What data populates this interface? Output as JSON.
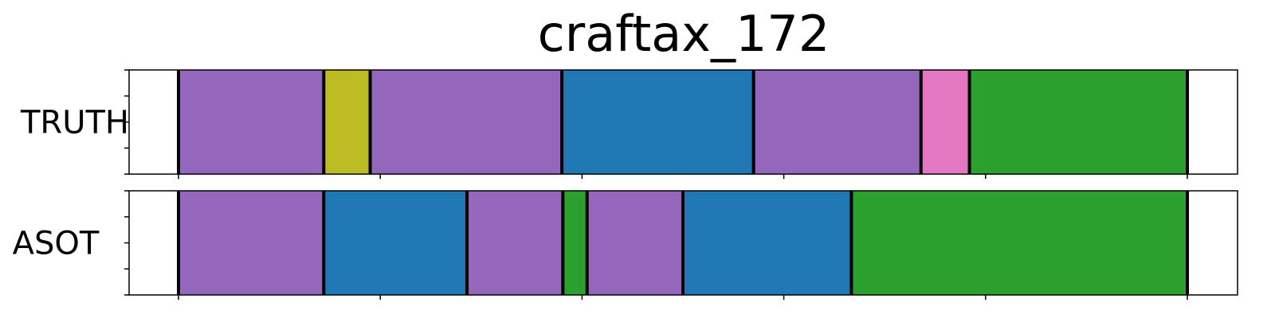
{
  "chart_data": {
    "type": "segmentation-timeline",
    "title": "craftax_172",
    "x_range": [
      0,
      100
    ],
    "segment_count_note": "",
    "rows": [
      {
        "label": "TRUTH",
        "segments": [
          {
            "start": 0,
            "end": 14.4,
            "color": "#9467bd"
          },
          {
            "start": 14.4,
            "end": 19.0,
            "color": "#bcbd22"
          },
          {
            "start": 19.0,
            "end": 38.0,
            "color": "#9467bd"
          },
          {
            "start": 38.0,
            "end": 57.0,
            "color": "#1f77b4"
          },
          {
            "start": 57.0,
            "end": 73.6,
            "color": "#9467bd"
          },
          {
            "start": 73.6,
            "end": 78.4,
            "color": "#e377c2"
          },
          {
            "start": 78.4,
            "end": 100,
            "color": "#2ca02c"
          }
        ]
      },
      {
        "label": "ASOT",
        "segments": [
          {
            "start": 0,
            "end": 14.4,
            "color": "#9467bd"
          },
          {
            "start": 14.4,
            "end": 28.6,
            "color": "#1f77b4"
          },
          {
            "start": 28.6,
            "end": 38.1,
            "color": "#9467bd"
          },
          {
            "start": 38.1,
            "end": 40.5,
            "color": "#2ca02c"
          },
          {
            "start": 40.5,
            "end": 50.0,
            "color": "#9467bd"
          },
          {
            "start": 50.0,
            "end": 66.7,
            "color": "#1f77b4"
          },
          {
            "start": 66.7,
            "end": 100,
            "color": "#2ca02c"
          }
        ]
      }
    ],
    "x_ticks": [
      0,
      20,
      40,
      60,
      80,
      100
    ]
  }
}
